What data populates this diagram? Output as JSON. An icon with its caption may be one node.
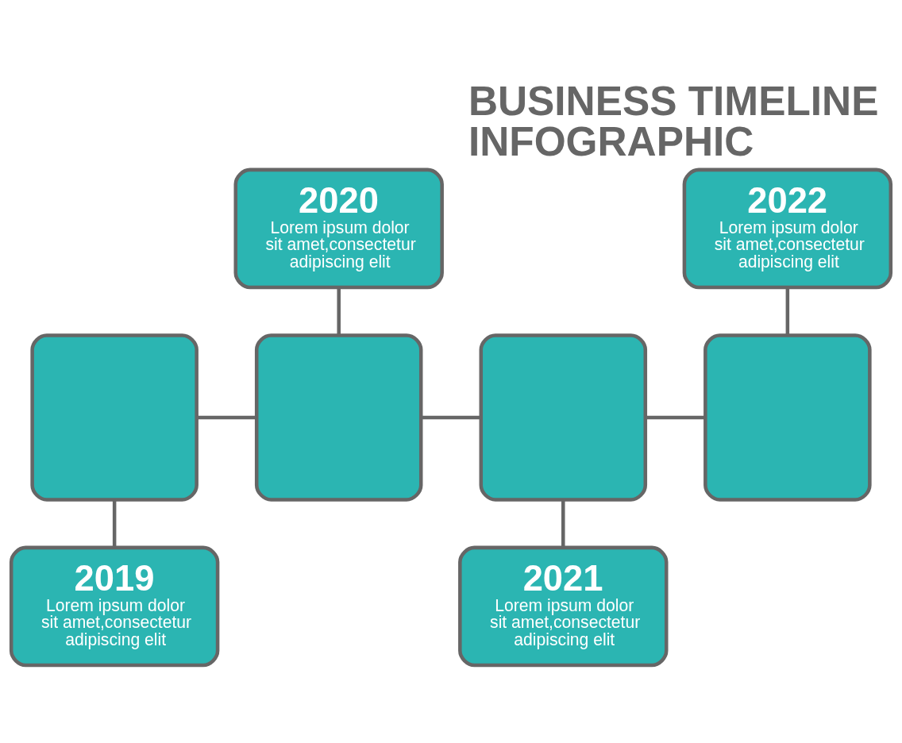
{
  "diagram": {
    "title": "BUSINESS TIMELINE INFOGRAPHIC",
    "nodes": [
      {
        "text": [],
        "shape": "box"
      },
      {
        "text": [
          "2019",
          "Lorem ipsum dolor sit amet,consectetur adipiscing elit"
        ]
      },
      {
        "text": [
          "2020",
          "Lorem ipsum dolor sit amet,consectetur adipiscing elit"
        ]
      },
      {
        "text": [],
        "shape": "box"
      },
      {
        "text": [],
        "shape": "box"
      },
      {
        "text": [
          "2021",
          "Lorem ipsum dolor sit amet,consectetur adipiscing elit"
        ]
      },
      {
        "text": [
          "2022",
          "Lorem ipsum dolor sit amet,consectetur adipiscing elit"
        ]
      },
      {
        "text": [],
        "shape": "box"
      }
    ],
    "edges": [
      {
        "from": 0,
        "to": 1,
        "arrow": "none"
      },
      {
        "from": 2,
        "to": 3,
        "arrow": "none"
      },
      {
        "from": 4,
        "to": 5,
        "arrow": "none"
      },
      {
        "from": 6,
        "to": 7,
        "arrow": "none"
      },
      {
        "from": 0,
        "to": 3,
        "arrow": "none"
      },
      {
        "from": 3,
        "to": 4,
        "arrow": "none"
      },
      {
        "from": 4,
        "to": 7,
        "arrow": "none"
      }
    ]
  }
}
